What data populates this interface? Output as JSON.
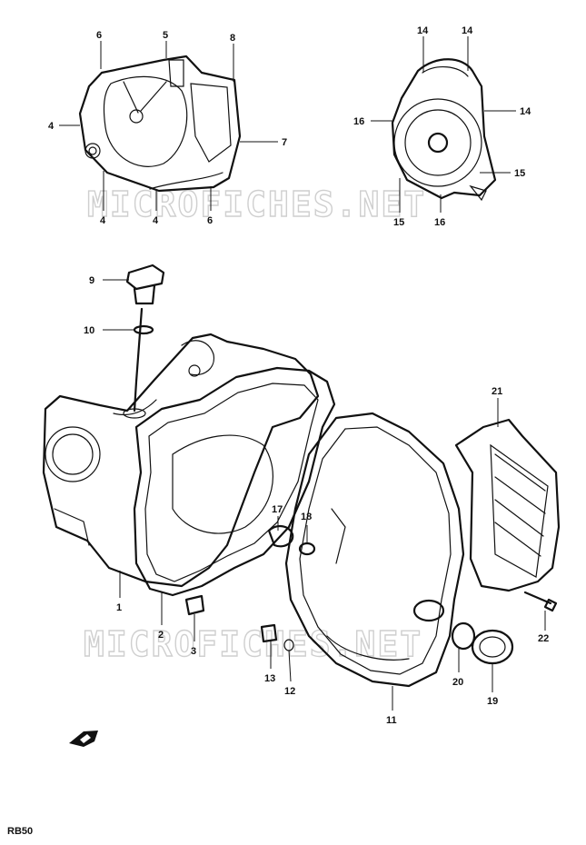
{
  "watermark": "MICROFICHES.NET",
  "model_code": "RB50",
  "callouts": [
    "1",
    "2",
    "3",
    "4",
    "5",
    "6",
    "7",
    "8",
    "9",
    "10",
    "11",
    "12",
    "13",
    "14",
    "15",
    "16",
    "17",
    "18",
    "19",
    "20",
    "21",
    "22"
  ]
}
